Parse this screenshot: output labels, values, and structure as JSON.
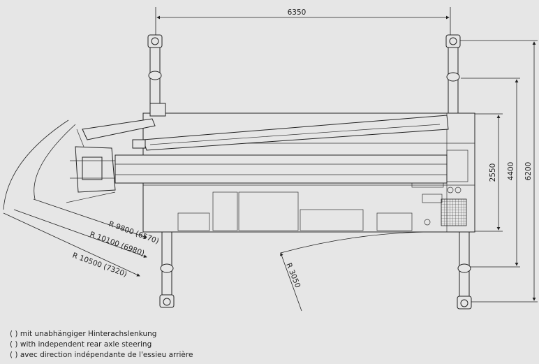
{
  "dimensions": {
    "overall_length": "6350",
    "outrigger_span": "6200",
    "track_width": "4400",
    "body_width": "2550"
  },
  "radii": {
    "r1": "R 9800 (6570)",
    "r2": "R 10100 (6980)",
    "r3": "R 10500 (7320)",
    "r_inner": "R 3050"
  },
  "legend": [
    "( ) mit unabhängiger Hinterachslenkung",
    "( ) with independent rear axle steering",
    "( ) avec direction indépendante de l'essieu arrière"
  ],
  "colors": {
    "background": "#e6e6e6",
    "line": "#222222"
  }
}
